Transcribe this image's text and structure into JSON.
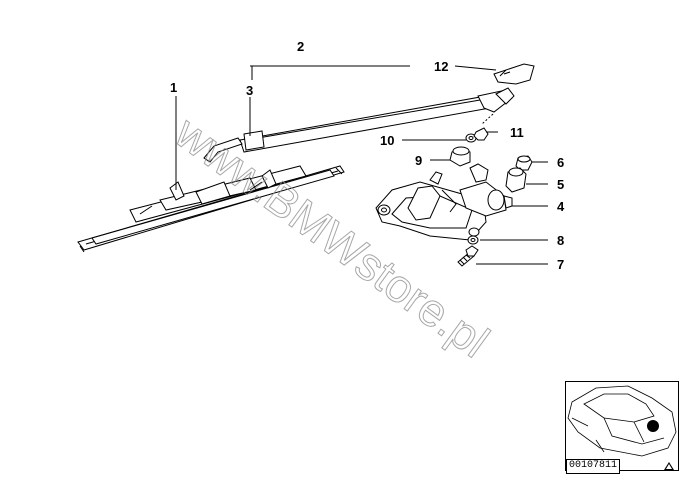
{
  "watermark": "www.BMWstore.pl",
  "callouts": {
    "c1": "1",
    "c2": "2",
    "c3": "3",
    "c4": "4",
    "c5": "5",
    "c6": "6",
    "c7": "7",
    "c8": "8",
    "c9": "9",
    "c10": "10",
    "c11": "11",
    "c12": "12"
  },
  "thumbnail": {
    "doc_number": "00107811",
    "icon": "warning-triangle-icon"
  },
  "colors": {
    "line": "#000000",
    "watermark": "#8a8a8a",
    "background": "#ffffff"
  }
}
